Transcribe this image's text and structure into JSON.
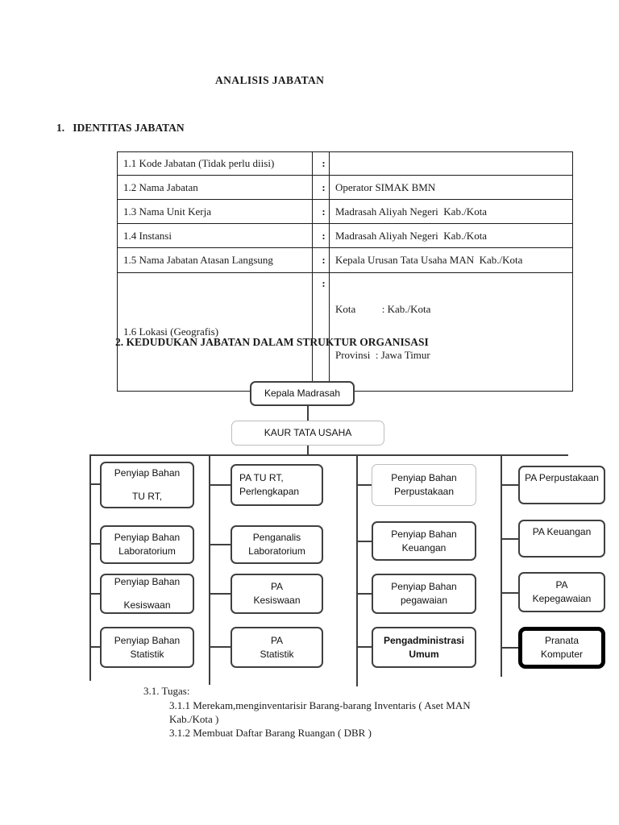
{
  "page": {
    "title": "ANALISIS JABATAN",
    "section1_heading": "1.   IDENTITAS JABATAN",
    "section2_heading": "2. KEDUDUKAN JABATAN DALAM STRUKTUR ORGANISASI"
  },
  "identity_table": {
    "rows": [
      {
        "label": "1.1 Kode Jabatan (Tidak perlu diisi)",
        "colon": ":",
        "value": ""
      },
      {
        "label": "1.2 Nama Jabatan",
        "colon": ":",
        "value": "Operator SIMAK BMN"
      },
      {
        "label": "1.3 Nama Unit Kerja",
        "colon": ":",
        "value": "Madrasah Aliyah Negeri  Kab./Kota"
      },
      {
        "label": "1.4 Instansi",
        "colon": ":",
        "value": "Madrasah Aliyah Negeri  Kab./Kota"
      },
      {
        "label": "1.5 Nama Jabatan Atasan Langsung",
        "colon": ":",
        "value": "Kepala Urusan Tata Usaha MAN  Kab./Kota"
      },
      {
        "label": "1.6 Lokasi (Geografis)",
        "colon": ":",
        "value_line1": "Kota          : Kab./Kota",
        "value_line2": "Provinsi  : Jawa Timur"
      }
    ]
  },
  "org_chart": {
    "root_label": "Kepala Madrasah",
    "manager_label": "KAUR TATA USAHA",
    "highlight_border_color": "#000000",
    "line_color": "#3f3f3f",
    "columns": [
      {
        "boxes": [
          {
            "line1": "Penyiap Bahan",
            "line2": "TU RT,"
          },
          {
            "line1": "Penyiap Bahan",
            "line2": "Laboratorium"
          },
          {
            "line1": "Penyiap Bahan",
            "line2": "Kesiswaan"
          },
          {
            "line1": "Penyiap Bahan",
            "line2": "Statistik"
          }
        ]
      },
      {
        "boxes": [
          {
            "line1": "PA TU RT,",
            "line2": "Perlengkapan"
          },
          {
            "line1": "Penganalis",
            "line2": "Laboratorium"
          },
          {
            "line1": "PA",
            "line2": "Kesiswaan"
          },
          {
            "line1": "PA",
            "line2": "Statistik"
          }
        ]
      },
      {
        "boxes": [
          {
            "line1": "Penyiap Bahan",
            "line2": "Perpustakaan"
          },
          {
            "line1": "Penyiap Bahan",
            "line2": "Keuangan"
          },
          {
            "line1": "Penyiap Bahan",
            "line2": "pegawaian"
          },
          {
            "line1": "Pengadministrasi",
            "line2": "Umum"
          }
        ]
      },
      {
        "boxes": [
          {
            "line1": "PA Perpustakaan",
            "line2": ""
          },
          {
            "line1": "PA Keuangan",
            "line2": ""
          },
          {
            "line1": "PA",
            "line2": "Kepegawaian"
          },
          {
            "line1": "Pranata",
            "line2": "Komputer"
          }
        ]
      }
    ]
  },
  "tasks": {
    "heading": "3.1. Tugas:",
    "item1_line1": "3.1.1 Merekam,menginventarisir Barang-barang Inventaris ( Aset MAN",
    "item1_line2": "Kab./Kota )",
    "item2": "3.1.2 Membuat Daftar Barang Ruangan ( DBR )"
  }
}
